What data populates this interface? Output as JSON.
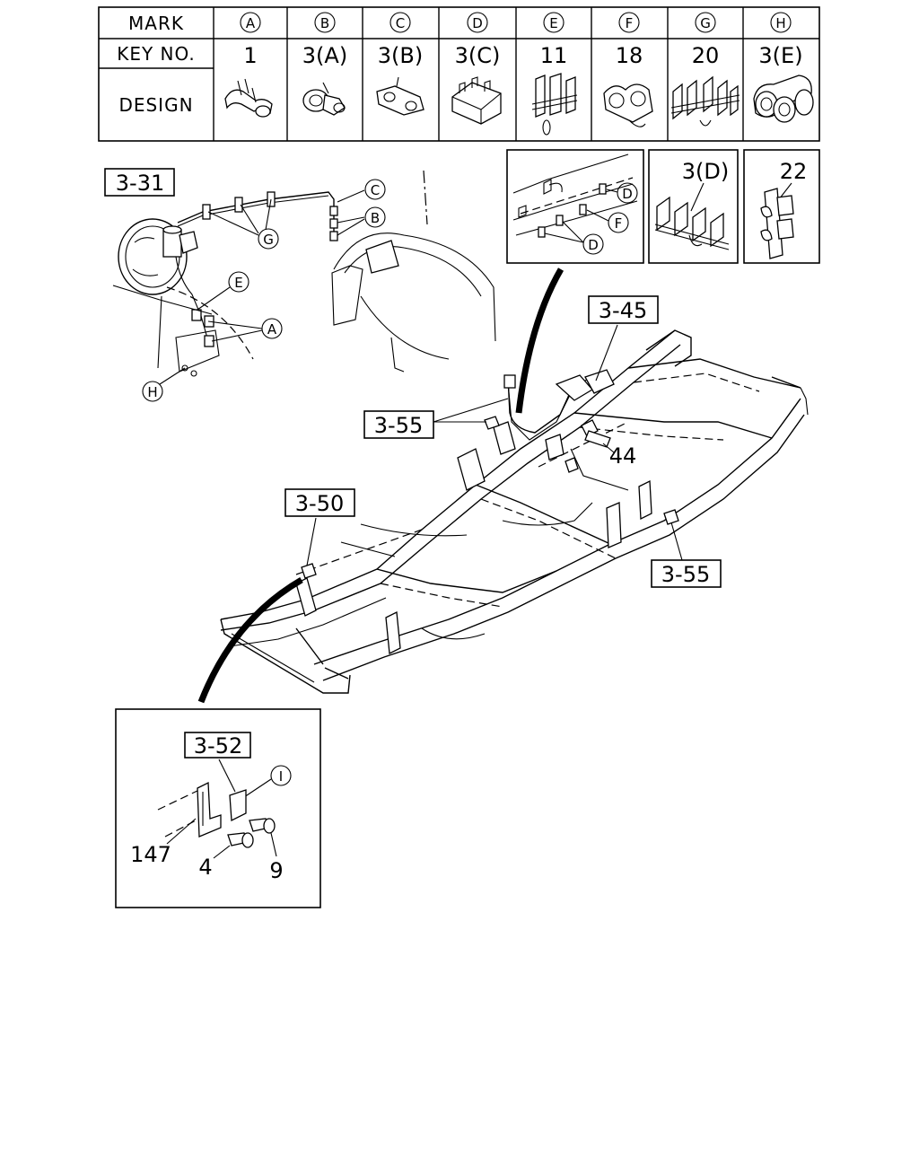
{
  "table": {
    "header_mark": "MARK",
    "header_key": "KEY NO.",
    "header_design": "DESIGN",
    "columns": [
      {
        "mark": "A",
        "key": "1"
      },
      {
        "mark": "B",
        "key": "3(A)"
      },
      {
        "mark": "C",
        "key": "3(B)"
      },
      {
        "mark": "D",
        "key": "3(C)"
      },
      {
        "mark": "E",
        "key": "11"
      },
      {
        "mark": "F",
        "key": "18"
      },
      {
        "mark": "G",
        "key": "20"
      },
      {
        "mark": "H",
        "key": "3(E)"
      }
    ]
  },
  "insets": {
    "clip_detail_marks": [
      "D",
      "F",
      "D"
    ],
    "clip_3d_key": "3(D)",
    "clip_22_key": "22",
    "bracket_ref": "3-52",
    "bracket_mark": "I",
    "bracket_parts": [
      "147",
      "4",
      "9"
    ]
  },
  "callouts": {
    "ref_3_31": "3-31",
    "ref_3_45": "3-45",
    "ref_3_55_a": "3-55",
    "ref_3_55_b": "3-55",
    "ref_3_50": "3-50",
    "part_44": "44",
    "marks_left": [
      "C",
      "B",
      "G",
      "E",
      "A",
      "H"
    ]
  }
}
